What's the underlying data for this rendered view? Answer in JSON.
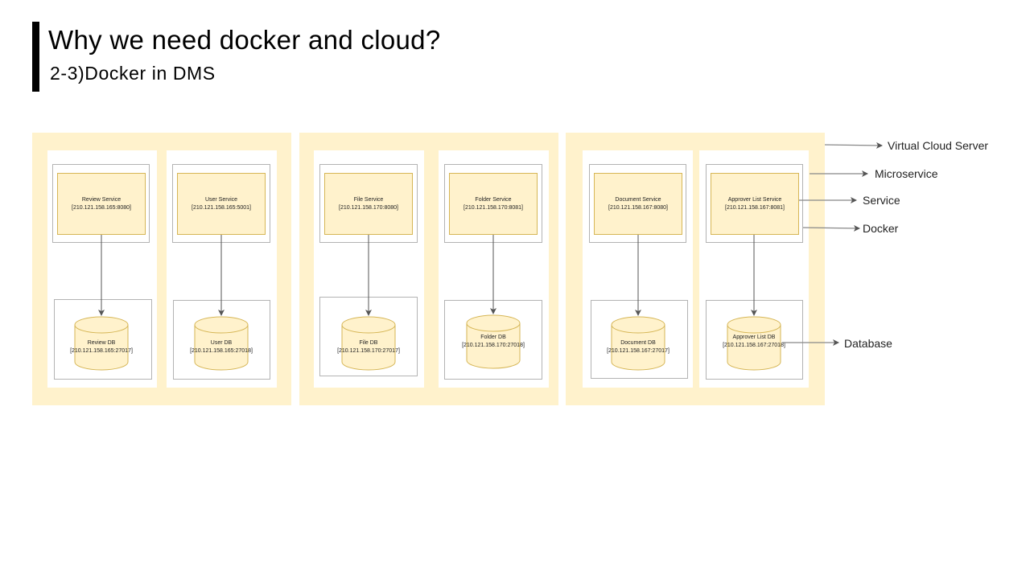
{
  "slide": {
    "title": "Why we need docker and cloud?",
    "subtitle": "2-3)Docker  in  DMS"
  },
  "servers": [
    {
      "microservices": [
        {
          "service": {
            "name": "Review Service",
            "addr": "[210.121.158.165:8080]"
          },
          "db": {
            "name": "Review DB",
            "addr": "[210.121.158.165:27017]"
          }
        },
        {
          "service": {
            "name": "User Service",
            "addr": "[210.121.158.165:5001]"
          },
          "db": {
            "name": "User DB",
            "addr": "[210.121.158.165:27018]"
          }
        }
      ]
    },
    {
      "microservices": [
        {
          "service": {
            "name": "File Service",
            "addr": "[210.121.158.170:8080]"
          },
          "db": {
            "name": "File DB",
            "addr": "[210.121.158.170:27017]"
          }
        },
        {
          "service": {
            "name": "Folder Service",
            "addr": "[210.121.158.170:8081]"
          },
          "db": {
            "name": "Folder DB",
            "addr": "[210.121.158.170:27018]"
          }
        }
      ]
    },
    {
      "microservices": [
        {
          "service": {
            "name": "Document Service",
            "addr": "[210.121.158.167:8080]"
          },
          "db": {
            "name": "Document DB",
            "addr": "[210.121.158.167:27017]"
          }
        },
        {
          "service": {
            "name": "Approver List Service",
            "addr": "[210.121.158.167:8081]"
          },
          "db": {
            "name": "Approver List DB",
            "addr": "[210.121.158.167:27018]"
          }
        }
      ]
    }
  ],
  "legend": {
    "virtual_cloud_server": "Virtual Cloud Server",
    "microservice": "Microservice",
    "service": "Service",
    "docker": "Docker",
    "database": "Database"
  },
  "colors": {
    "server_fill": "#fff2cc",
    "node_fill": "#fff2cc",
    "node_stroke": "#d6b656",
    "docker_border": "#b3b3b3",
    "arrow": "#555555"
  }
}
